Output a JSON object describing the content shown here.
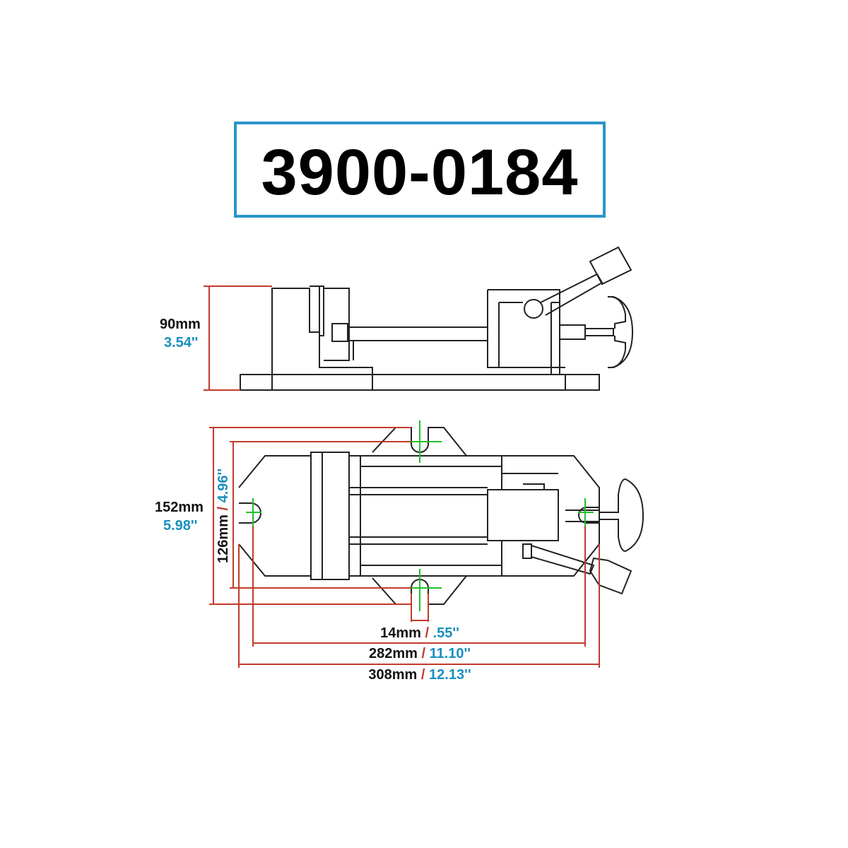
{
  "title": "3900-0184",
  "colors": {
    "title_border": "#2a95c9",
    "dimension_line": "#c23a2b",
    "imperial_text": "#1a8fbf",
    "center_mark": "#22c02a",
    "outline": "#222222"
  },
  "dimensions": {
    "height": {
      "mm": "90mm",
      "inch": "3.54''"
    },
    "width": {
      "mm": "152mm",
      "inch": "5.98''"
    },
    "slot_spacing": {
      "mm": "126mm",
      "sep": "/",
      "inch": "4.96''"
    },
    "slot_width": {
      "mm": "14mm",
      "sep": "/",
      "inch": ".55''"
    },
    "hole_spacing": {
      "mm": "282mm",
      "sep": "/",
      "inch": "11.10''"
    },
    "overall_length": {
      "mm": "308mm",
      "sep": "/",
      "inch": "12.13''"
    }
  }
}
